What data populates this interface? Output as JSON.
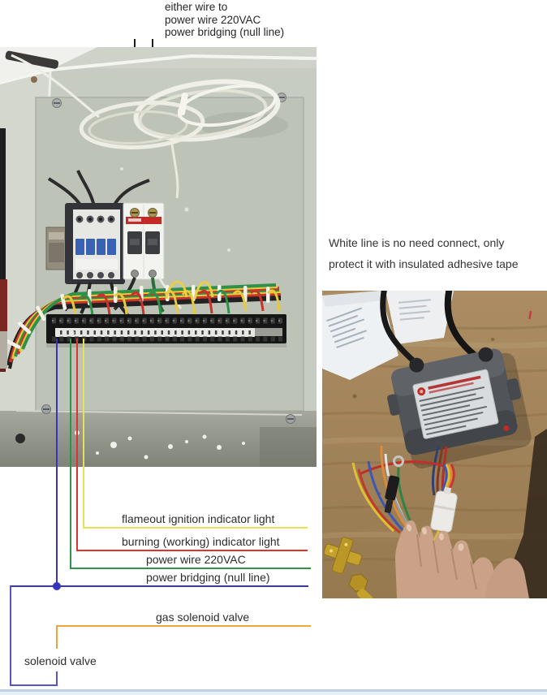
{
  "page": {
    "background": "#ffffff",
    "bottom_rule_color": "#bcd0e8"
  },
  "top_annotation": {
    "leader_color": "#1d1d1d",
    "lines": [
      "either wire to",
      "power wire 220VAC",
      "power bridging (null line)"
    ]
  },
  "side_note": {
    "lines": [
      "White line is no need connect, only",
      "protect it with insulated adhesive tape"
    ]
  },
  "wire_labels": {
    "flameout": {
      "text": "flameout ignition indicator light",
      "color": "#e9de58"
    },
    "burning": {
      "text": "burning (working) indicator light",
      "color": "#dd352b"
    },
    "power": {
      "text": "power wire 220VAC",
      "color": "#2f9447"
    },
    "null_line": {
      "text": "power bridging (null line)",
      "color": "#3636bc"
    },
    "gas_valve": {
      "text": "gas solenoid valve",
      "color": "#f0a43c"
    },
    "solenoid": {
      "text": "solenoid valve",
      "color": "#5853c6"
    }
  },
  "photos": {
    "panel": {
      "alt": "open control cabinet with contactor, circuit breaker, long terminal strip and coiled white wire"
    },
    "igniter": {
      "alt": "pulse igniter box with two high-voltage cables, wire harness, connector and hand on plywood"
    }
  }
}
